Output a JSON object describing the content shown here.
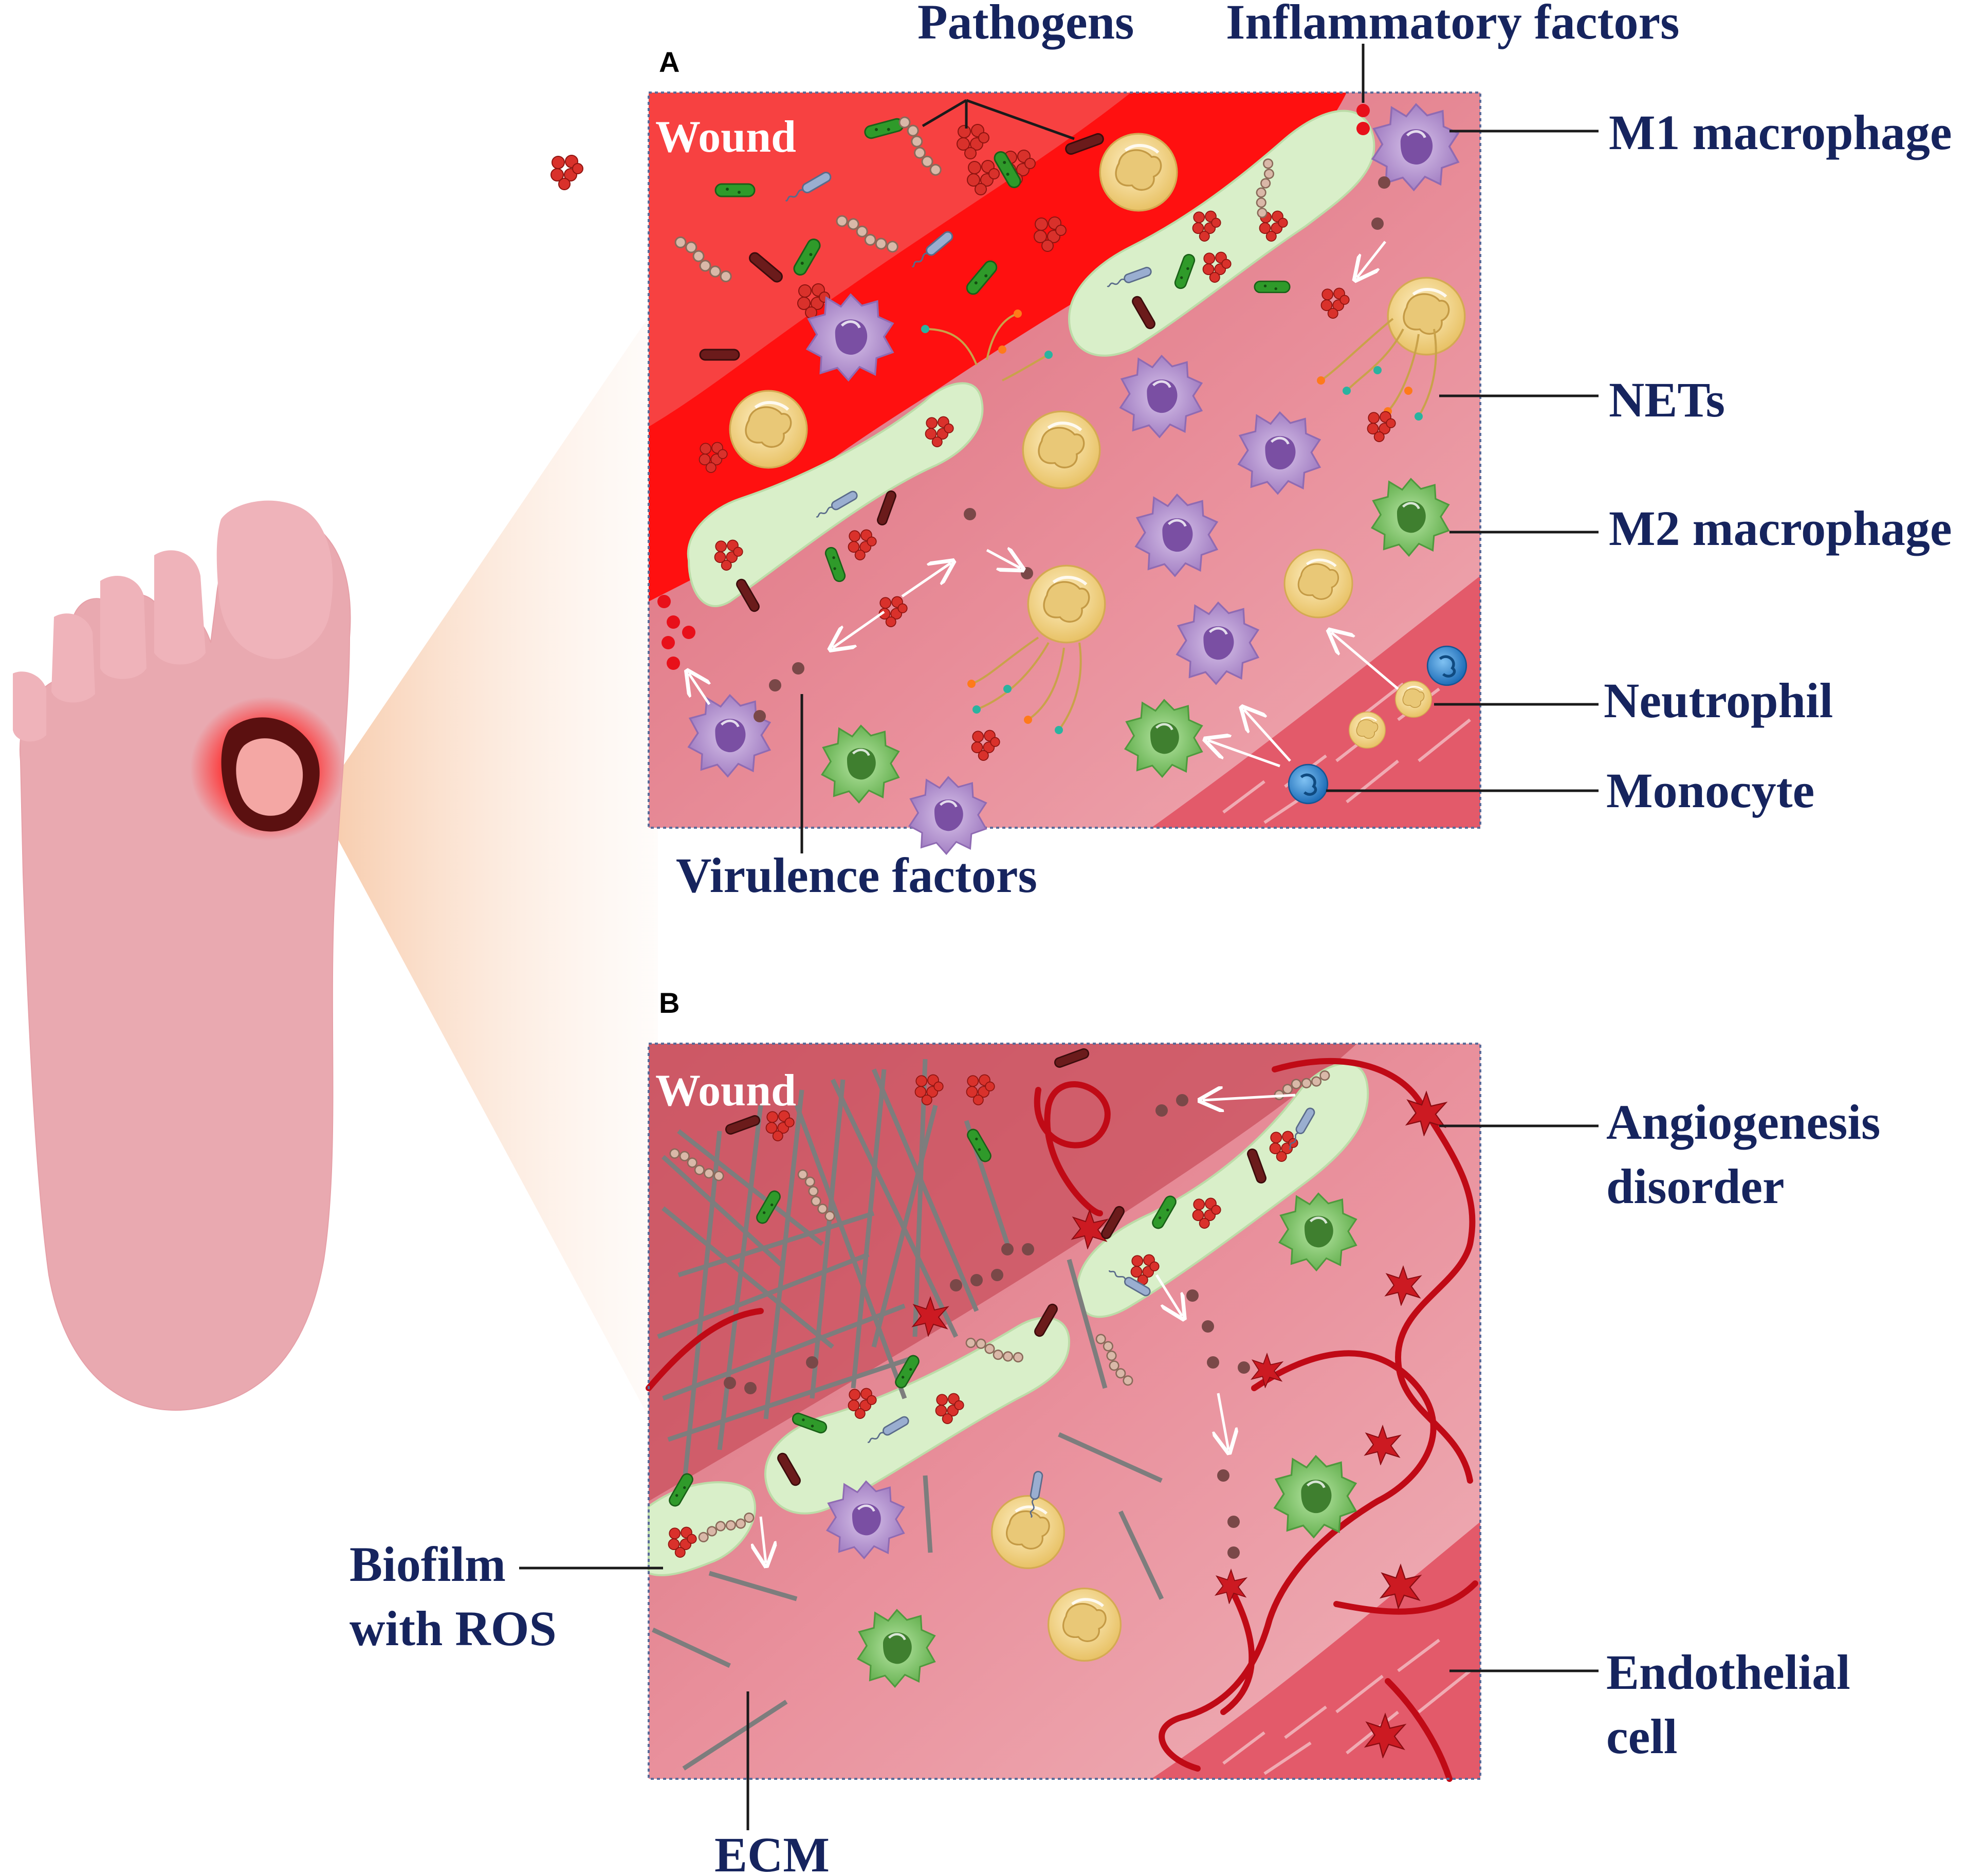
{
  "panels": {
    "a": {
      "letter": "A",
      "wound_label": "Wound"
    },
    "b": {
      "letter": "B",
      "wound_label": "Wound"
    }
  },
  "labels": {
    "pathogens": "Pathogens",
    "inflammatory_factors": "Inflammatory factors",
    "m1_macrophage": "M1 macrophage",
    "nets": "NETs",
    "m2_macrophage": "M2 macrophage",
    "neutrophil": "Neutrophil",
    "monocyte": "Monocyte",
    "virulence_factors": "Virulence factors",
    "angiogenesis_line1": "Angiogenesis",
    "angiogenesis_line2": "disorder",
    "biofilm_line1": "Biofilm",
    "biofilm_line2": "with ROS",
    "endothelial_line1": "Endothelial",
    "endothelial_line2": "cell",
    "ecm": "ECM"
  },
  "colors": {
    "label_navy": "#16245e",
    "skin": "#e9a9b0",
    "wound_red": "#ff1a1a",
    "tissue_pink": "#e48b97",
    "biofilm_green": "#d9efc9",
    "m1_purple": "#b99ad0",
    "m2_green": "#8fce7a",
    "neutrophil_yellow": "#f3d68a",
    "monocyte_blue": "#3a8fd6",
    "vessel_red": "#c00a16",
    "ecm_gray": "#7d7d7d"
  }
}
